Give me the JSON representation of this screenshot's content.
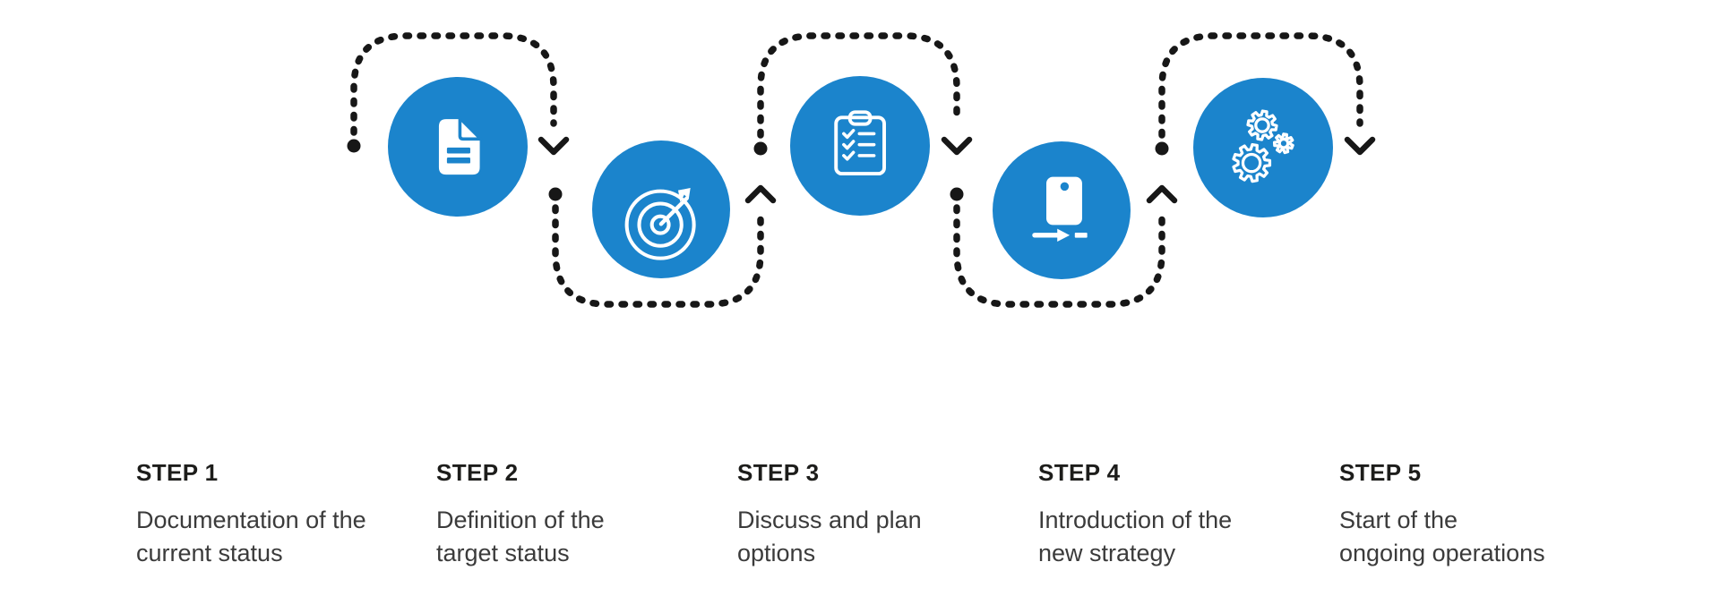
{
  "colors": {
    "accent": "#1b84cc",
    "line": "#171717",
    "heading": "#1d1d1b",
    "text": "#3b3b3b",
    "icon": "#ffffff",
    "bg": "#ffffff"
  },
  "steps": [
    {
      "label": "STEP 1",
      "desc_line1": "Documentation of the",
      "desc_line2": "current status",
      "icon": "document-icon"
    },
    {
      "label": "STEP 2",
      "desc_line1": "Definition of the",
      "desc_line2": "target status",
      "icon": "target-arrow-icon"
    },
    {
      "label": "STEP 3",
      "desc_line1": "Discuss and plan",
      "desc_line2": "options",
      "icon": "clipboard-checklist-icon"
    },
    {
      "label": "STEP 4",
      "desc_line1": "Introduction of the",
      "desc_line2": "new strategy",
      "icon": "strategy-rollout-icon"
    },
    {
      "label": "STEP 5",
      "desc_line1": "Start of the",
      "desc_line2": "ongoing operations",
      "icon": "gears-icon"
    }
  ]
}
